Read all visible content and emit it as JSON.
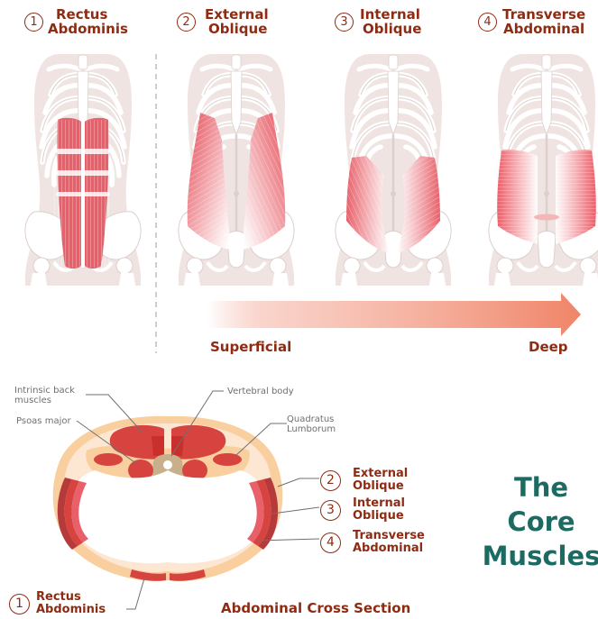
{
  "muscles": [
    {
      "num": "1",
      "line1": "Rectus",
      "line2": "Abdominis"
    },
    {
      "num": "2",
      "line1": "External",
      "line2": "Oblique"
    },
    {
      "num": "3",
      "line1": "Internal",
      "line2": "Oblique"
    },
    {
      "num": "4",
      "line1": "Transverse",
      "line2": "Abdominal"
    }
  ],
  "depth": {
    "start": "Superficial",
    "end": "Deep"
  },
  "cross_section": {
    "title": "Abdominal Cross Section",
    "labels": {
      "intrinsic_line1": "Intrinsic back",
      "intrinsic_line2": "muscles",
      "psoas": "Psoas major",
      "vertebral": "Vertebral body",
      "quadratus_line1": "Quadratus",
      "quadratus_line2": "Lumborum"
    },
    "legend": [
      {
        "num": "2",
        "line1": "External",
        "line2": "Oblique"
      },
      {
        "num": "3",
        "line1": "Internal",
        "line2": "Oblique"
      },
      {
        "num": "4",
        "line1": "Transverse",
        "line2": "Abdominal"
      }
    ],
    "rectus": {
      "num": "1",
      "line1": "Rectus",
      "line2": "Abdominis"
    }
  },
  "core_title": {
    "line1": "The",
    "line2": "Core",
    "line3": "Muscles"
  },
  "colors": {
    "muscle": "#e8606a",
    "brown_text": "#8e2b12",
    "teal_title": "#1c6b62",
    "body_skin": "#efe4e2",
    "bone": "#ffffff",
    "fat": "#f9cf9f",
    "arrow": "#f2836e"
  }
}
